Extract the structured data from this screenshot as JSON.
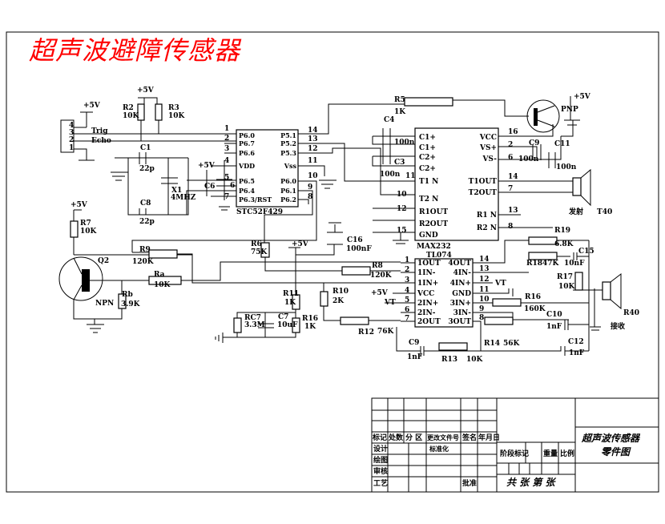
{
  "title": "超声波避障传感器",
  "colors": {
    "title": "#ff0000",
    "lines": "#000000"
  },
  "connector": {
    "pins": [
      "4",
      "3",
      "2",
      "1"
    ],
    "trig": "Trig",
    "echo": "Echo",
    "supply": "+5V"
  },
  "pullups": {
    "supply": "+5V",
    "r2": "R2",
    "r2_val": "10K",
    "r3": "R3",
    "r3_val": "10K"
  },
  "crystal": {
    "c1": "C1",
    "c1_val": "22p",
    "c8": "C8",
    "c8_val": "22p",
    "x1": "X1",
    "x1_val": "4MHZ",
    "c6": "C6",
    "vdd_supply": "+5V"
  },
  "mcu": {
    "name": "STC52F429",
    "left_pins": [
      "P6.0",
      "P6.7",
      "P6.6",
      "VDD",
      "P6.5",
      "P6.4",
      "P6.3/RST"
    ],
    "left_nums": [
      "1",
      "2",
      "3",
      "4",
      "5",
      "6",
      "7"
    ],
    "right_pins": [
      "P5.1",
      "P5.2",
      "P5.3",
      "Vss",
      "P6.0",
      "P6.1",
      "P6.2"
    ],
    "right_nums": [
      "14",
      "13",
      "12",
      "11",
      "10",
      "9",
      "8"
    ]
  },
  "max232": {
    "name": "MAX232",
    "left_pins": [
      "C1+",
      "C1+",
      "C2+",
      "C2+",
      "T1 N",
      "T2 N",
      "R1OUT",
      "R2OUT",
      "GND"
    ],
    "left_nums": [
      "11",
      "10",
      "12",
      "15"
    ],
    "right_pins": [
      "VCC",
      "VS+",
      "VS-",
      "T1OUT",
      "T2OUT",
      "R1 N",
      "R2 N"
    ],
    "right_nums": [
      "16",
      "2",
      "6",
      "14",
      "7",
      "13",
      "8"
    ],
    "c4": "C4",
    "c4_val": "100n",
    "c3": "C3",
    "c3_val": "100n",
    "c9": "C9",
    "c9_val": "100n",
    "c11": "C11",
    "c11_val": "100n"
  },
  "driver": {
    "r5": "R5",
    "r5_val": "1K",
    "pnp": "PNP",
    "supply": "+5V",
    "tx_label": "发射",
    "tx_name": "T40",
    "r19": "R19"
  },
  "tl074": {
    "name": "TL074",
    "left_pins": [
      "1OUT",
      "1IN-",
      "1IN+",
      "VCC",
      "2IN+",
      "2IN-",
      "2OUT"
    ],
    "left_nums": [
      "1",
      "2",
      "3",
      "4",
      "5",
      "6",
      "7"
    ],
    "right_pins": [
      "4OUT",
      "4IN-",
      "4IN+",
      "GND",
      "3IN+",
      "3IN-",
      "3OUT"
    ],
    "right_nums": [
      "14",
      "13",
      "12",
      "11",
      "10",
      "9",
      "8"
    ]
  },
  "receiver": {
    "vt": "VT",
    "r16b": "R16",
    "r16b_val": "160K",
    "c10": "C10",
    "c10_val": "1nF",
    "r14": "R14",
    "r14_val": "56K",
    "c12": "C12",
    "c12_val": "1nF",
    "c9": "C9",
    "c9_val": "1nF",
    "r13": "R13",
    "r13_val": "10K",
    "r_68": "6.8K",
    "c15": "C15",
    "r18": "R1847K",
    "c15_val": "10nF",
    "r17": "R17",
    "r17_val": "10K",
    "rx_name": "R40",
    "rx_label": "接收"
  },
  "analog": {
    "r7": "R7",
    "r7_val": "10K",
    "r7_supply": "+5V",
    "q2": "Q2",
    "npn": "NPN",
    "rb": "Rb",
    "rb_val": "3.9K",
    "ra": "Ra",
    "ra_val": "10K",
    "r9": "R9",
    "r9_val": "120K",
    "r6": "R6",
    "r6_val": "75K",
    "supply": "+5V",
    "c16": "C16",
    "c16_val": "100nF",
    "r8": "R8",
    "r8_val": "120K",
    "r11": "R11",
    "r11_val": "1K",
    "r10": "R10",
    "r10_val": "2K",
    "op_supply": "+5V",
    "vt": "VT",
    "rc7": "RC7",
    "rc7_val": "3.3M",
    "c7": "C7",
    "c7_val": "10uF",
    "r16": "R16",
    "r16_val": "1K",
    "r12": "R12",
    "r12_val": "76K"
  },
  "title_block": {
    "headers": [
      "标记",
      "处数",
      "分 区",
      "更改文件号",
      "签名",
      "年月日"
    ],
    "rows": [
      "设计",
      "绘图",
      "审核",
      "工艺"
    ],
    "standardize": "标准化",
    "approve": "批准",
    "stage": "阶段标记",
    "weight": "重量",
    "scale": "比例",
    "sheets": "共 张 第 张",
    "part_name": "超声波传感器",
    "drawing_type": "零件图"
  }
}
